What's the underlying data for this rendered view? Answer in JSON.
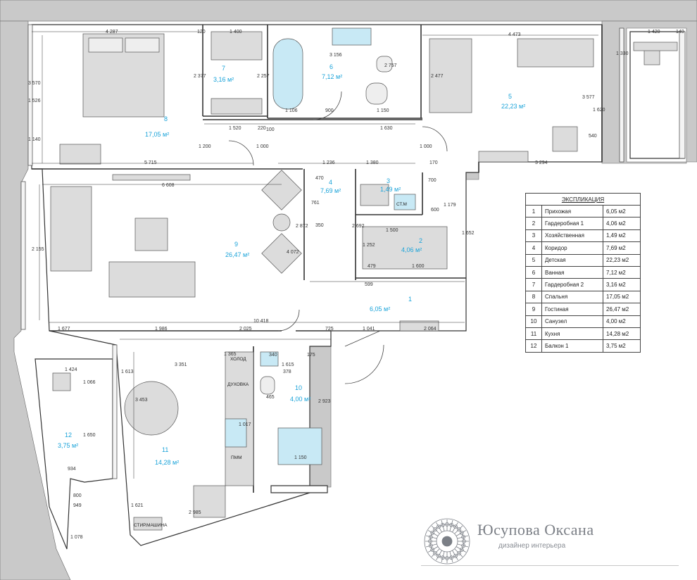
{
  "rooms": [
    {
      "num": "1",
      "area": "6,05 м²"
    },
    {
      "num": "2",
      "area": "4,06 м²"
    },
    {
      "num": "3",
      "area": "1,49 м²"
    },
    {
      "num": "4",
      "area": "7,69 м²"
    },
    {
      "num": "5",
      "area": "22,23 м²"
    },
    {
      "num": "6",
      "area": "7,12 м²"
    },
    {
      "num": "7",
      "area": "3,16 м²"
    },
    {
      "num": "8",
      "area": "17,05 м²"
    },
    {
      "num": "9",
      "area": "26,47 м²"
    },
    {
      "num": "10",
      "area": "4,00 м²"
    },
    {
      "num": "11",
      "area": "14,28 м²"
    },
    {
      "num": "12",
      "area": "3,75 м²"
    }
  ],
  "labels": {
    "stm": "СТ.М",
    "holod": "ХОЛОД",
    "duhovka": "ДУХОВКА",
    "pmm": "ПММ",
    "stir": "СТИР.МАШИНА"
  },
  "dims": [
    "4 287",
    "1 400",
    "120",
    "4 473",
    "1 420",
    "140",
    "3 156",
    "2 377",
    "2 257",
    "2 477",
    "1 330",
    "1 106",
    "900",
    "1 150",
    "3 577",
    "1 620",
    "1 520",
    "220",
    "1 630",
    "540",
    "1 200",
    "1 000",
    "100",
    "1 380",
    "1 236",
    "1 000",
    "700",
    "170",
    "3 294",
    "5 715",
    "6 608",
    "470",
    "1 179",
    "600",
    "761",
    "3 570",
    "1 526",
    "1 140",
    "2 155",
    "1 252",
    "1 500",
    "1 600",
    "599",
    "479",
    "1 652",
    "2 692",
    "350",
    "2 872",
    "4 072",
    "10 418",
    "1 677",
    "1 986",
    "2 025",
    "725",
    "1 041",
    "2 064",
    "1 365",
    "1 615",
    "340",
    "175",
    "3 351",
    "1 613",
    "3 453",
    "1 424",
    "1 066",
    "1 650",
    "934",
    "800",
    "949",
    "1 078",
    "2 923",
    "465",
    "1 150",
    "2 985",
    "1 621",
    "2 757",
    "1 017",
    "378"
  ],
  "legend": {
    "title": "ЭКСПЛИКАЦИЯ",
    "rows": [
      {
        "n": "1",
        "name": "Прихожая",
        "area": "6,05 м2"
      },
      {
        "n": "2",
        "name": "Гардеробная 1",
        "area": "4,06 м2"
      },
      {
        "n": "3",
        "name": "Хозяйственная",
        "area": "1,49 м2"
      },
      {
        "n": "4",
        "name": "Коридор",
        "area": "7,69 м2"
      },
      {
        "n": "5",
        "name": "Детская",
        "area": "22,23 м2"
      },
      {
        "n": "6",
        "name": "Ванная",
        "area": "7,12 м2"
      },
      {
        "n": "7",
        "name": "Гардеробная 2",
        "area": "3,16 м2"
      },
      {
        "n": "8",
        "name": "Спальня",
        "area": "17,05 м2"
      },
      {
        "n": "9",
        "name": "Гостиная",
        "area": "26,47 м2"
      },
      {
        "n": "10",
        "name": "Санузел",
        "area": "4,00 м2"
      },
      {
        "n": "11",
        "name": "Кухня",
        "area": "14,28 м2"
      },
      {
        "n": "12",
        "name": "Балкон 1",
        "area": "3,75 м2"
      }
    ]
  },
  "brand": {
    "name": "Юсупова Оксана",
    "subtitle": "дизайнер интерьера"
  },
  "colors": {
    "wall": "#c9c9c9",
    "furniture": "#dcdcdc",
    "accent": "#1aa3d9",
    "water": "#c8e9f5"
  }
}
